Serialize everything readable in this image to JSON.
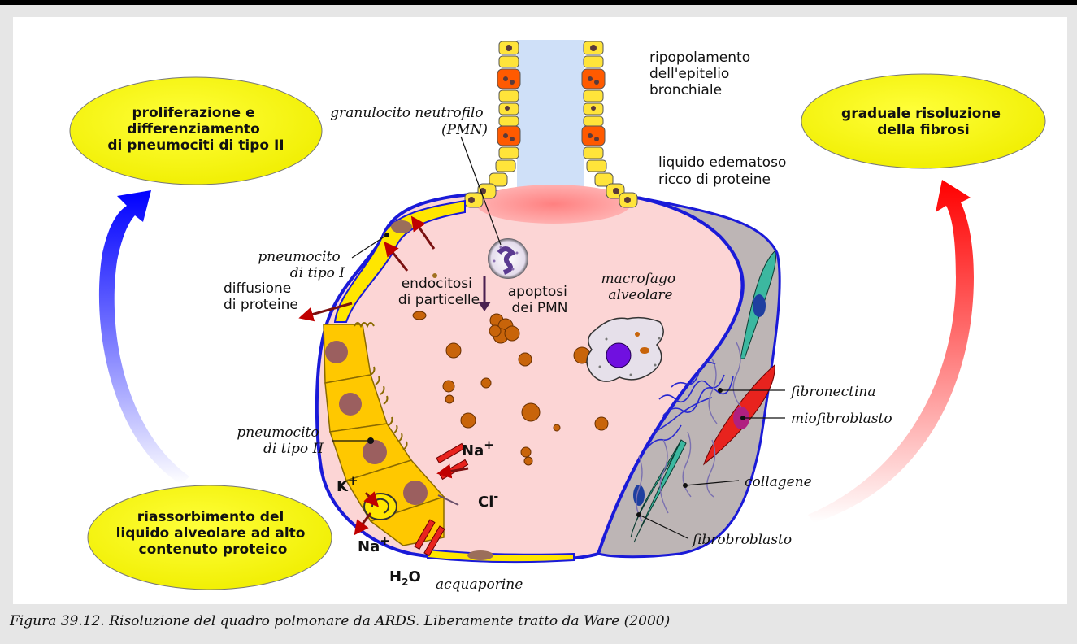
{
  "bubbles": {
    "top_left": [
      "proliferazione e",
      "differenziamento",
      "di pneumociti di tipo II"
    ],
    "top_right": [
      "graduale risoluzione",
      "della fibrosi"
    ],
    "bottom_left": [
      "riassorbimento del",
      "liquido alveolare ad alto",
      "contenuto proteico"
    ]
  },
  "labels": {
    "epithelium": [
      "ripopolamento",
      "dell'epitelio",
      "bronchiale"
    ],
    "neutrophil": [
      "granulocito neutrofilo",
      "(PMN)"
    ],
    "edema": [
      "liquido edematoso",
      "ricco di proteine"
    ],
    "pneumo1": [
      "pneumocito",
      "di tipo I"
    ],
    "diffusion": [
      "diffusione",
      "di proteine"
    ],
    "endocytosis": [
      "endocitosi",
      "di particelle"
    ],
    "apoptosis": [
      "apoptosi",
      "dei PMN"
    ],
    "macrophage": [
      "macrofago",
      "alveolare"
    ],
    "fibronectin": "fibronectina",
    "myofibroblast": "miofibroblasto",
    "pneumo2": [
      "pneumocito",
      "di tipo II"
    ],
    "collagen": "collagene",
    "fibroblast": "fibrobroblasto",
    "aquaporin": "acquaporine"
  },
  "ions": {
    "na_top": "Na",
    "na_top_sup": "+",
    "k": "K",
    "k_sup": "+",
    "cl": "Cl",
    "cl_sup": "-",
    "na_bottom": "Na",
    "na_bottom_sup": "+",
    "h2o_h": "H",
    "h2o_sub": "2",
    "h2o_o": "O"
  },
  "caption": "Figura 39.12. Risoluzione del quadro polmonare da ARDS. Liberamente tratto da Ware (2000)",
  "colors": {
    "bubble": "#ffff00",
    "alveolar_fluid": "#fcd5d5",
    "basement": "#1a1ad8",
    "epithelium": "#ffd200",
    "cell_nucleus": "#9b5f5f",
    "particles": "#c8640a",
    "fibroblast": "#3cb8a0",
    "myofibroblast": "#e8231e",
    "arrow_blue": "#0000ff",
    "arrow_red": "#ff1a1a"
  }
}
